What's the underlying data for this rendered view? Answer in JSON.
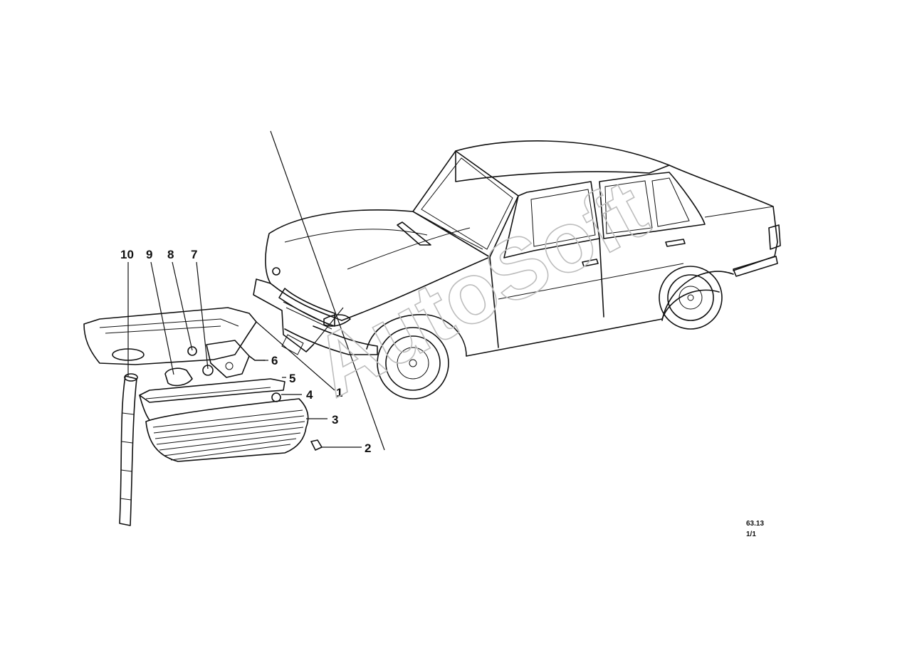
{
  "callouts": [
    "1",
    "2",
    "3",
    "4",
    "5",
    "6",
    "7",
    "8",
    "9",
    "10"
  ],
  "diagram_ref": {
    "code": "63.13",
    "sheet": "1/1"
  },
  "watermark": "AutoSoft",
  "colors": {
    "line": "#111111",
    "background": "#ffffff",
    "watermark": "#bdbdbd"
  }
}
